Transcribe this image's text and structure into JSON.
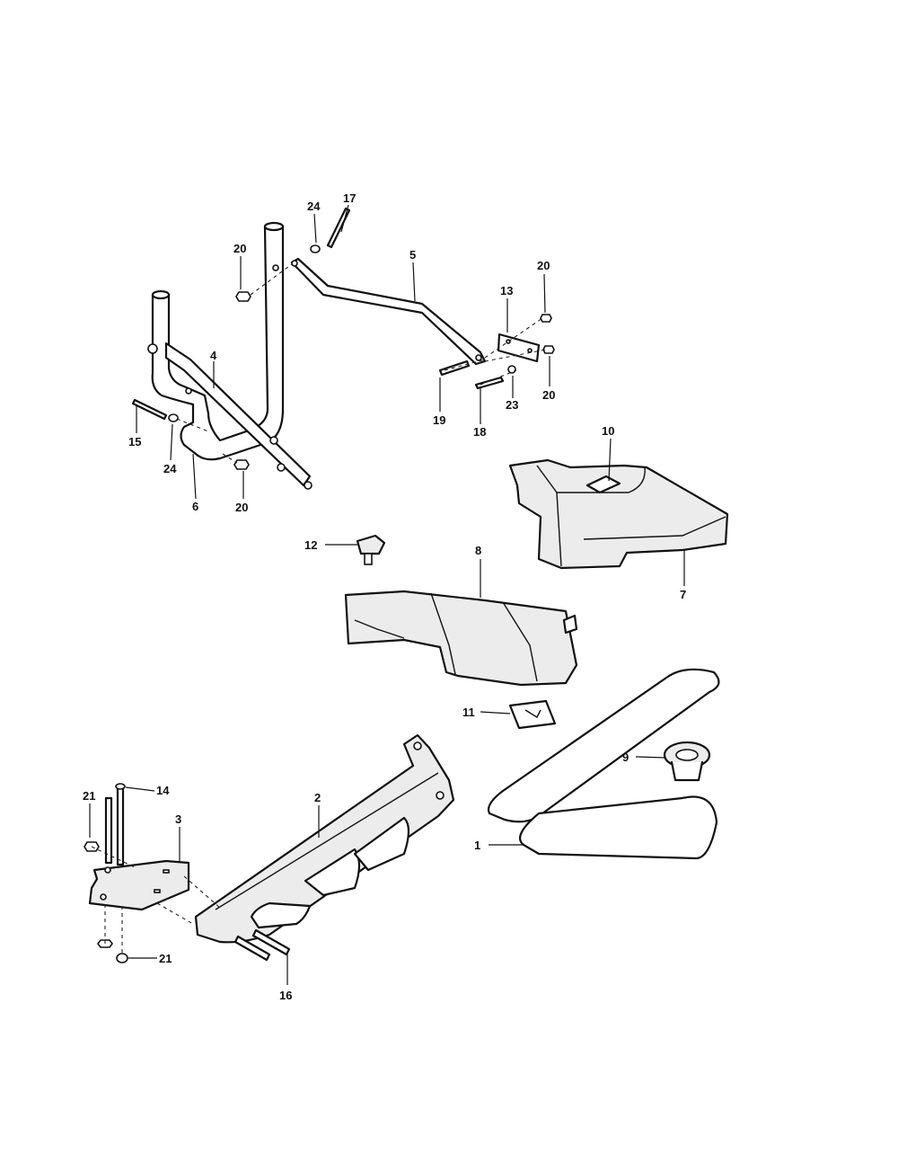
{
  "callouts": {
    "c1": "1",
    "c2": "2",
    "c3": "3",
    "c4": "4",
    "c5": "5",
    "c6": "6",
    "c7": "7",
    "c8": "8",
    "c9": "9",
    "c10": "10",
    "c11": "11",
    "c12": "12",
    "c13": "13",
    "c14": "14",
    "c15": "15",
    "c16": "16",
    "c17": "17",
    "c18": "18",
    "c19": "19",
    "c20a": "20",
    "c20b": "20",
    "c20c": "20",
    "c20d": "20",
    "c21a": "21",
    "c21b": "21",
    "c23": "23",
    "c24a": "24",
    "c24b": "24"
  }
}
